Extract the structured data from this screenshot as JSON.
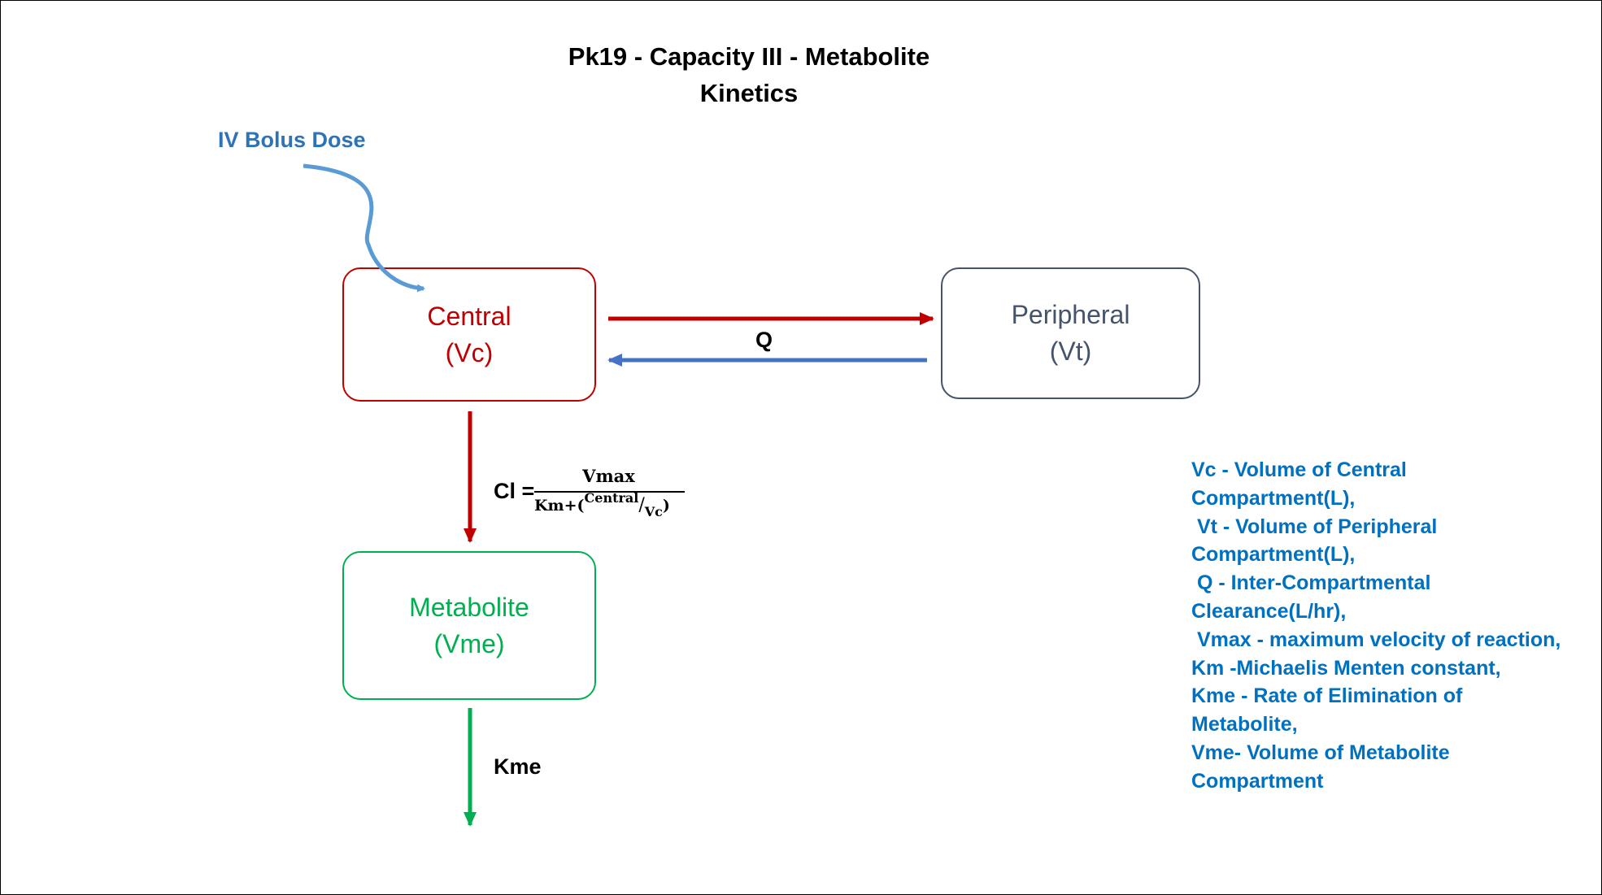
{
  "title": {
    "line1": "Pk19 - Capacity III - Metabolite",
    "line2": "Kinetics"
  },
  "dose_label": "IV Bolus Dose",
  "compartments": {
    "central": {
      "name": "Central",
      "param": "(Vc)"
    },
    "peripheral": {
      "name": "Peripheral",
      "param": "(Vt)"
    },
    "metabolite": {
      "name": "Metabolite",
      "param": "(Vme)"
    }
  },
  "flows": {
    "inter_compartmental": "Q",
    "clearance": {
      "label": "Cl =",
      "numerator": "Vmax",
      "denominator_prefix": "Km+(",
      "denominator_sup": "Central",
      "denominator_slash": "/",
      "denominator_sub": "Vc",
      "denominator_suffix": ")"
    },
    "elimination": "Kme"
  },
  "legend": [
    "Vc - Volume of Central",
    "Compartment(L),",
    " Vt - Volume of Peripheral",
    "Compartment(L),",
    " Q - Inter-Compartmental",
    "Clearance(L/hr),",
    " Vmax - maximum velocity of reaction,",
    "Km -Michaelis Menten constant,",
    "Kme - Rate of Elimination of",
    "Metabolite,",
    "Vme- Volume of Metabolite",
    "Compartment"
  ],
  "colors": {
    "central": "#c00000",
    "peripheral": "#44546a",
    "metabolite": "#00b050",
    "dose": "#5b9bd5",
    "return_arrow": "#4472c4",
    "legend_text": "#0070c0"
  }
}
